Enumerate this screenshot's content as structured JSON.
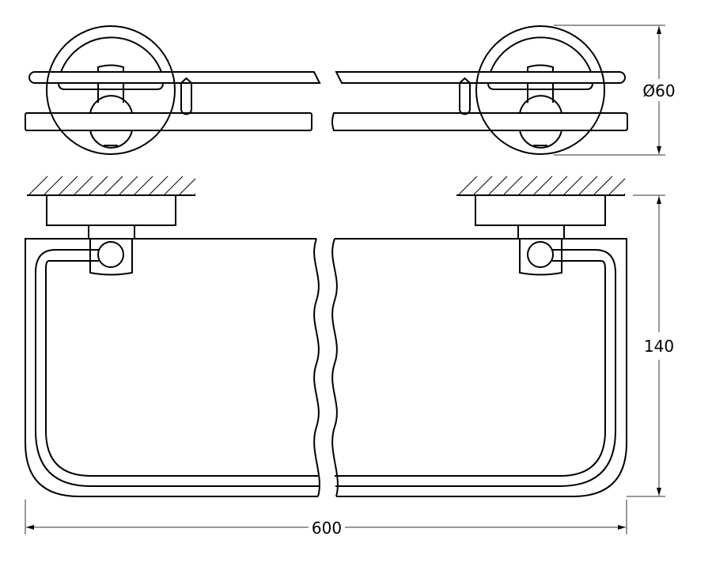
{
  "drawing": {
    "dimensions": {
      "diameter": "Ø60",
      "depth": "140",
      "width": "600"
    },
    "line_color": "#000000",
    "background": "#ffffff"
  }
}
